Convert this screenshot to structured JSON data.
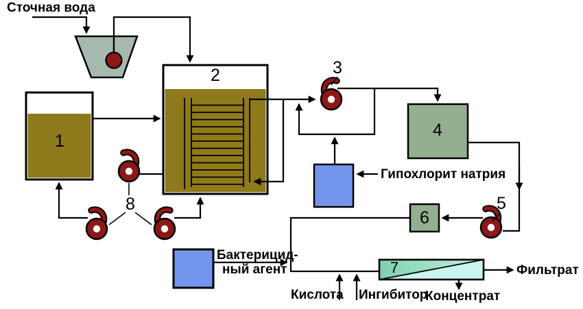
{
  "labels": {
    "wastewater": "Сточная вода",
    "sodium_hypochlorite": "Гипохлорит натрия",
    "bactericide_line1": "Бактерицид-",
    "bactericide_line2": "ный агент",
    "acid": "Кислота",
    "inhibitor": "Ингибитор",
    "filtrate": "Фильтрат",
    "concentrate": "Концентрат"
  },
  "equipment": {
    "tank1": "1",
    "bioreactor2": "2",
    "pump3": "3",
    "tank4": "4",
    "pump5": "5",
    "unit6": "6",
    "filter7": "7",
    "pumps8": "8"
  },
  "colors": {
    "tank_fill": "#8e7a1b",
    "funnel_fill": "#a6b9af",
    "green_box": "#93af8f",
    "blue_box": "#7396ec",
    "filter_top_left": "#7fd1ae",
    "filter_top_right": "#c4efe3",
    "filter_bottom": "#cbf3ef",
    "pump_body": "#8e1717",
    "line": "#000000",
    "background": "#ffffff"
  }
}
